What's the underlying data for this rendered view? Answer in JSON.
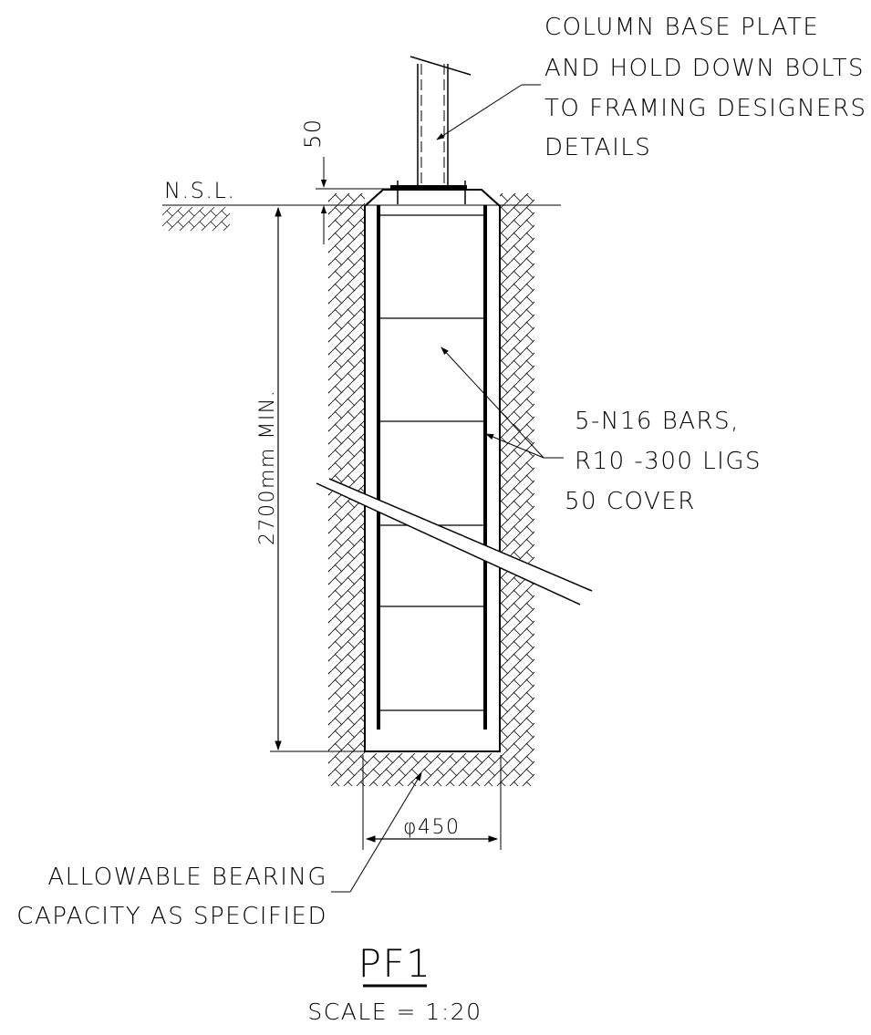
{
  "notes": {
    "column": [
      "COLUMN  BASE PLATE",
      "AND HOLD DOWN BOLTS",
      "TO FRAMING DESIGNERS",
      "DETAILS"
    ],
    "reinforcement": [
      "5-N16 BARS,",
      "R10 -300 LIGS",
      "50 COVER"
    ],
    "bearing": [
      "ALLOWABLE BEARING",
      "CAPACITY AS SPECIFIED"
    ]
  },
  "levels": {
    "ground": "N.S.L."
  },
  "dimensions": {
    "top": "50",
    "depth": "2700mm MIN.",
    "diameter": "φ450"
  },
  "title": {
    "name": "PF1",
    "scale": "SCALE = 1:20"
  },
  "colors": {
    "ink": "#000000",
    "paper": "#ffffff"
  }
}
